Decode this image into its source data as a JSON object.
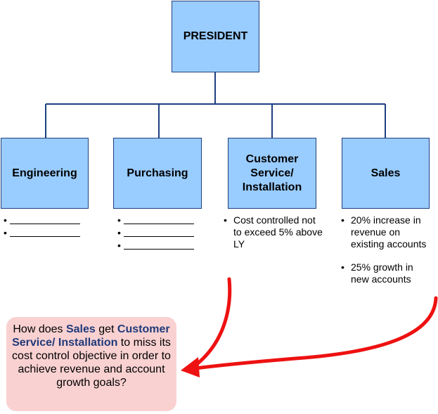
{
  "president": {
    "label": "PRESIDENT"
  },
  "departments": [
    {
      "label_lines": [
        "Engineering"
      ],
      "bullets": [
        "",
        ""
      ]
    },
    {
      "label_lines": [
        "Purchasing"
      ],
      "bullets": [
        "",
        "",
        ""
      ]
    },
    {
      "label_lines": [
        "Customer",
        "Service/",
        "Installation"
      ],
      "bullets": [
        "Cost controlled not to exceed 5% above LY"
      ]
    },
    {
      "label_lines": [
        "Sales"
      ],
      "bullets": [
        "20% increase in revenue on existing accounts",
        "25% growth in new accounts"
      ]
    }
  ],
  "bullet_char": "•",
  "callout": {
    "t1": "How does ",
    "h1": "Sales",
    "t2": " get ",
    "h2": "Customer Service/ Installation",
    "t3": " to miss its cost control objective in order to achieve revenue and account growth goals?"
  },
  "colors": {
    "box_fill": "#99ccff",
    "box_border": "#1f3f80",
    "connector": "#1f3f80",
    "arrow": "#ee1111",
    "callout_fill": "#f9d1d1",
    "highlight_text": "#1f3a7a"
  }
}
